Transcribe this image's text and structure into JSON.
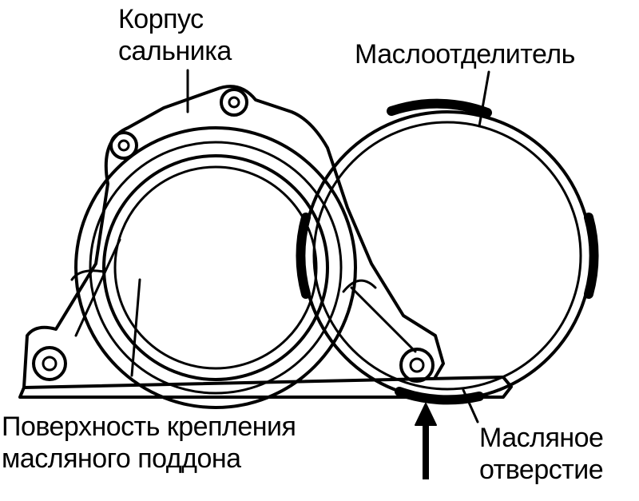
{
  "labels": {
    "seal_housing": [
      "Корпус",
      "сальника"
    ],
    "oil_separator": [
      "Маслоотделитель"
    ],
    "oil_pan_surface": [
      "Поверхность крепления",
      "масляного поддона"
    ],
    "oil_hole": [
      "Масляное",
      "отверстие"
    ]
  },
  "colors": {
    "ink": "#000000",
    "background": "#ffffff"
  }
}
